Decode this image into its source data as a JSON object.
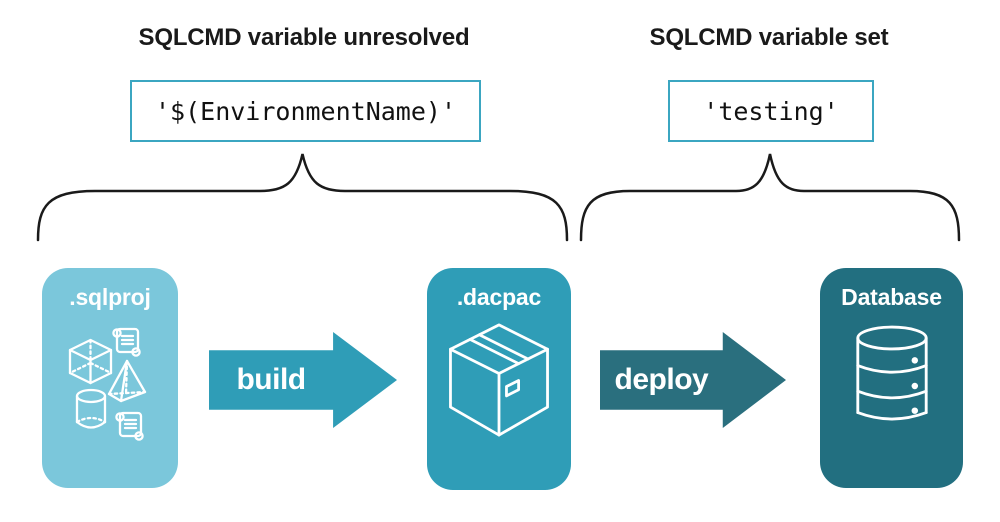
{
  "colors": {
    "sqlproj_bg": "#7BC7DB",
    "dacpac_bg": "#2F9DB7",
    "build_arrow": "#2F9DB7",
    "deploy_arrow": "#2A6F7E",
    "database_bg": "#226F80",
    "code_box_border": "#3BA6C1",
    "text_dark": "#1A1A1A",
    "icon_stroke": "#FFFFFF",
    "brace_stroke": "#1A1A1A"
  },
  "annotations": {
    "left": {
      "title": "SQLCMD variable unresolved",
      "code": "'$(EnvironmentName)'"
    },
    "right": {
      "title": "SQLCMD variable set",
      "code": "'testing'"
    }
  },
  "pipeline": {
    "nodes": [
      {
        "id": "sqlproj",
        "label": ".sqlproj",
        "icons": [
          "script-scroll-icon",
          "cube-icon",
          "pyramid-icon",
          "cylinder-icon",
          "script-scroll-icon"
        ]
      },
      {
        "id": "dacpac",
        "label": ".dacpac",
        "icons": [
          "package-box-icon"
        ]
      },
      {
        "id": "database",
        "label": "Database",
        "icons": [
          "database-cylinder-icon"
        ]
      }
    ],
    "arrows": [
      {
        "id": "build",
        "label": "build"
      },
      {
        "id": "deploy",
        "label": "deploy"
      }
    ]
  }
}
